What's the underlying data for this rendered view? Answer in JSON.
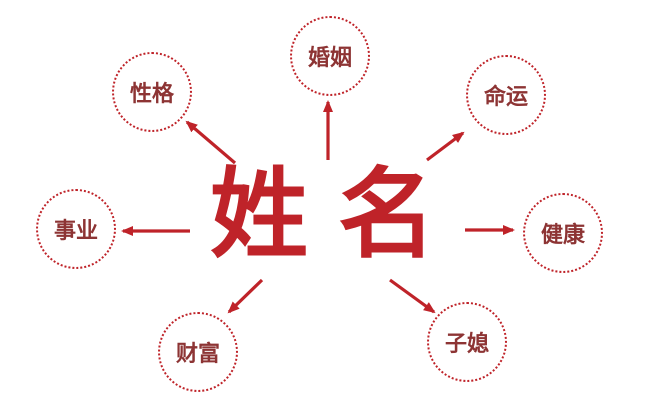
{
  "diagram": {
    "center": {
      "label": "姓名"
    },
    "nodes": [
      {
        "id": "marriage",
        "label": "婚姻"
      },
      {
        "id": "personality",
        "label": "性格"
      },
      {
        "id": "destiny",
        "label": "命运"
      },
      {
        "id": "career",
        "label": "事业"
      },
      {
        "id": "health",
        "label": "健康"
      },
      {
        "id": "wealth",
        "label": "财富"
      },
      {
        "id": "children",
        "label": "子媳"
      }
    ],
    "colors": {
      "accent": "#bf2329",
      "node_text": "#8d3434",
      "bg": "#ffffff"
    }
  }
}
